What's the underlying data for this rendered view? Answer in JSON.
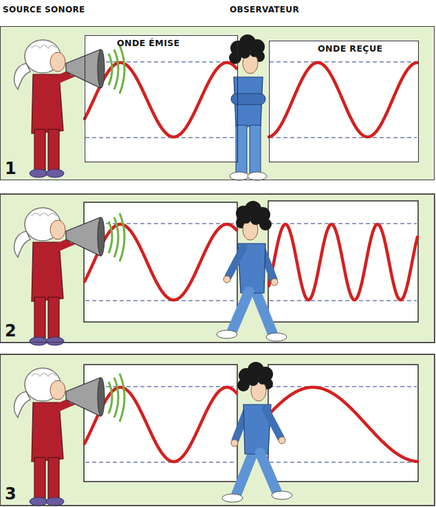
{
  "diagram": {
    "nodes": [
      {
        "text": [
          "1"
        ]
      },
      {
        "text": [
          "ONDE ÉMISE"
        ],
        "in": 0
      },
      {
        "text": [
          "ONDE REÇUE"
        ],
        "in": 0
      },
      {
        "text": [
          "2"
        ]
      },
      {
        "text": [
          "3"
        ]
      }
    ],
    "labels": [
      "SOURCE SONORE",
      "OBSERVATEUR"
    ]
  }
}
